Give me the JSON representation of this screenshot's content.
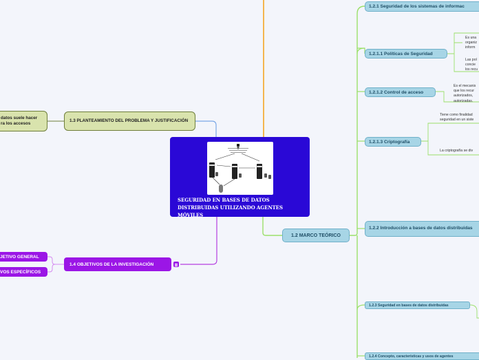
{
  "central": {
    "title": "SEGURIDAD EN BASES DE DATOS DISTRIBUIDAS UTILIZANDO AGENTES MÓVILES",
    "image_icon": "distributed-database-diagram"
  },
  "nodes": {
    "n1_2_1": "1.2.1 Seguridad de los sistemas de informac",
    "n1_2_1_1": "1.2.1.1 Políticas de Seguridad",
    "n1_2_1_2": "1.2.1.2 Control de acceso",
    "n1_2_1_3": "1.2.1.3 Criptografía",
    "n1_2_2": "1.2.2 Introducción a bases de datos distribuidas",
    "n1_2_3": "1.2.3 Seguridad en bases de datos distribuidas",
    "n1_2_4": "1.2.4 Concepto, características y usos de agentes",
    "n1_2": "1.2 MARCO TEÓRICO",
    "n1_3": "1.3 PLANTEAMIENTO DEL PROBLEMA Y JUSTIFICACIÓN",
    "n1_3_child": "datos suele hacer\nra los accesos",
    "n1_4": "1.4 OBJETIVOS DE LA INVESTIGACIÓN",
    "obj_general": "JETIVO GENERAL",
    "obj_especificos": "VOS ESPECÍFICOS"
  },
  "notes": {
    "politicas_1": "Es una\norganiz\ninform",
    "politicas_2": "Las pol\nconcie\nlos recu",
    "control": "Es el mecanis\nque los recur\nautorizados,\nautorizadas.",
    "cripto_1": "Tiene como finalidad\nseguridad en un siste",
    "cripto_2": "La criptografía se div"
  },
  "colors": {
    "central_bg": "#2a08d6",
    "blue_node": "#a7d5e6",
    "green_node": "#d9e3ad",
    "purple_node": "#9b16e6",
    "branch_green": "#9be06a",
    "branch_orange": "#f5a623",
    "branch_purple": "#b43ee0",
    "branch_blue": "#7aa7e6"
  }
}
